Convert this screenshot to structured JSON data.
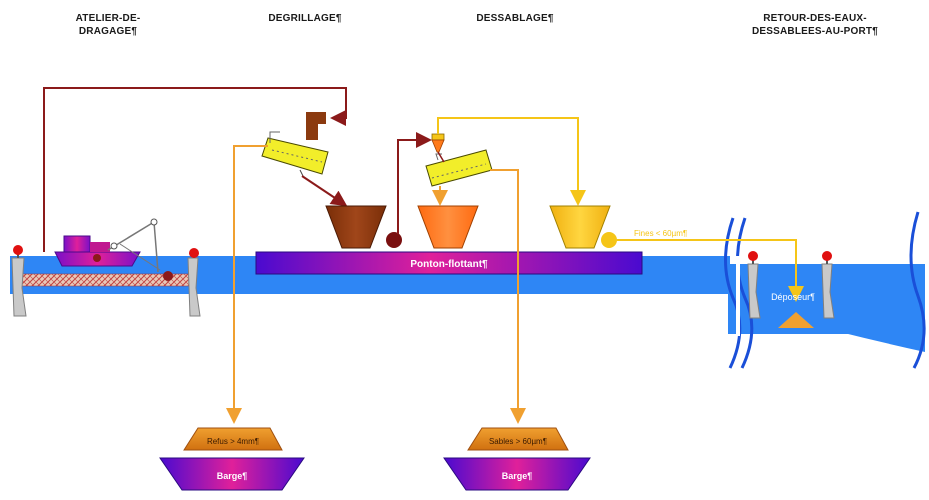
{
  "headers": {
    "atelier_line1": "ATELIER-DE-",
    "atelier_line2": "DRAGAGE¶",
    "degrillage": "DEGRILLAGE¶",
    "dessablage": "DESSABLAGE¶",
    "retour_line1": "RETOUR-DES-EAUX-",
    "retour_line2": "DESSABLEES-AU-PORT¶"
  },
  "labels": {
    "ponton": "Ponton-flottant¶",
    "fines": "Fines < 60µm¶",
    "deposeur": "Déposeur¶",
    "refus": "Refus > 4mm¶",
    "sables": "Sables > 60µm¶",
    "barge_left": "Barge¶",
    "barge_right": "Barge¶"
  },
  "colors": {
    "water": "#2e86f5",
    "dark_red_flow": "#8b1a1a",
    "orange_flow": "#f0a030",
    "yellow_flow": "#f5c518",
    "hopper_brown": "#8b3a0f",
    "hopper_orange": "#ff7a1a",
    "hopper_yellow": "#f5c518",
    "screen_yellow": "#f2ee2a",
    "ponton_purple": "#5a10c8",
    "ponton_magenta": "#e0209a"
  }
}
